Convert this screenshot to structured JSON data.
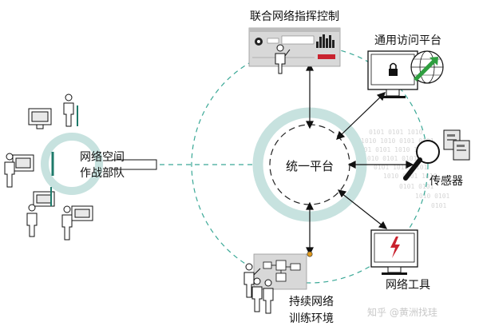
{
  "title": "",
  "nodes": {
    "center": {
      "label": "统一平台"
    },
    "top": {
      "label": "联合网络指挥控制"
    },
    "access": {
      "label": "通用访问平台"
    },
    "sensor": {
      "label": "传感器"
    },
    "tools": {
      "label": "网络工具"
    },
    "training": {
      "line1": "持续网络",
      "line2": "训练环境"
    },
    "force": {
      "line1": "网络空间",
      "line2": "作战部队"
    }
  },
  "watermark": {
    "text": "知乎 @黄洲找珪"
  },
  "colors": {
    "ring": "#c7e2df",
    "dashed": "#3aa896",
    "arrow": "#111111",
    "accent_dot": "#e09a1f",
    "panel": "#d8d8d8",
    "danger": "#c9232f",
    "globe_green": "#2e9e3f",
    "binary": "#d0d0d0"
  }
}
